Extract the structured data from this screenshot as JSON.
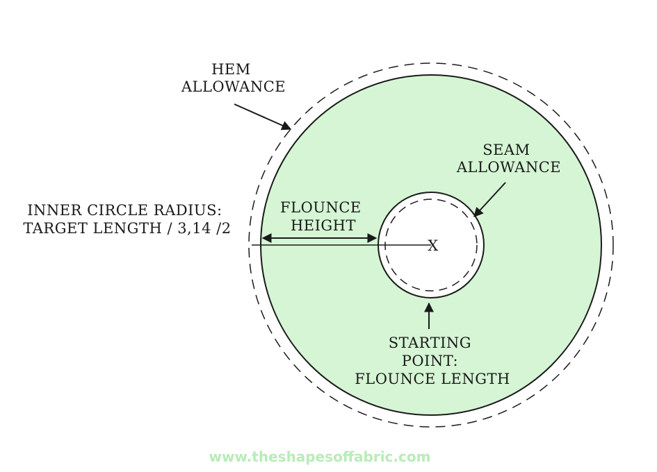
{
  "colors": {
    "fabric": "#d5f5d5",
    "line": "#1a1a1a",
    "watermark": "#b8ecb8"
  },
  "labels": {
    "hem_allowance": [
      "HEM",
      "ALLOWANCE"
    ],
    "seam_allowance": [
      "SEAM",
      "ALLOWANCE"
    ],
    "inner_circle_radius": [
      "INNER CIRCLE RADIUS:",
      "TARGET LENGTH / 3,14 /2"
    ],
    "flounce_height": [
      "FLOUNCE",
      "HEIGHT"
    ],
    "center_mark": "X",
    "starting_point": [
      "STARTING",
      "POINT:",
      "FLOUNCE LENGTH"
    ]
  },
  "watermark": "www.theshapesoffabric.com"
}
